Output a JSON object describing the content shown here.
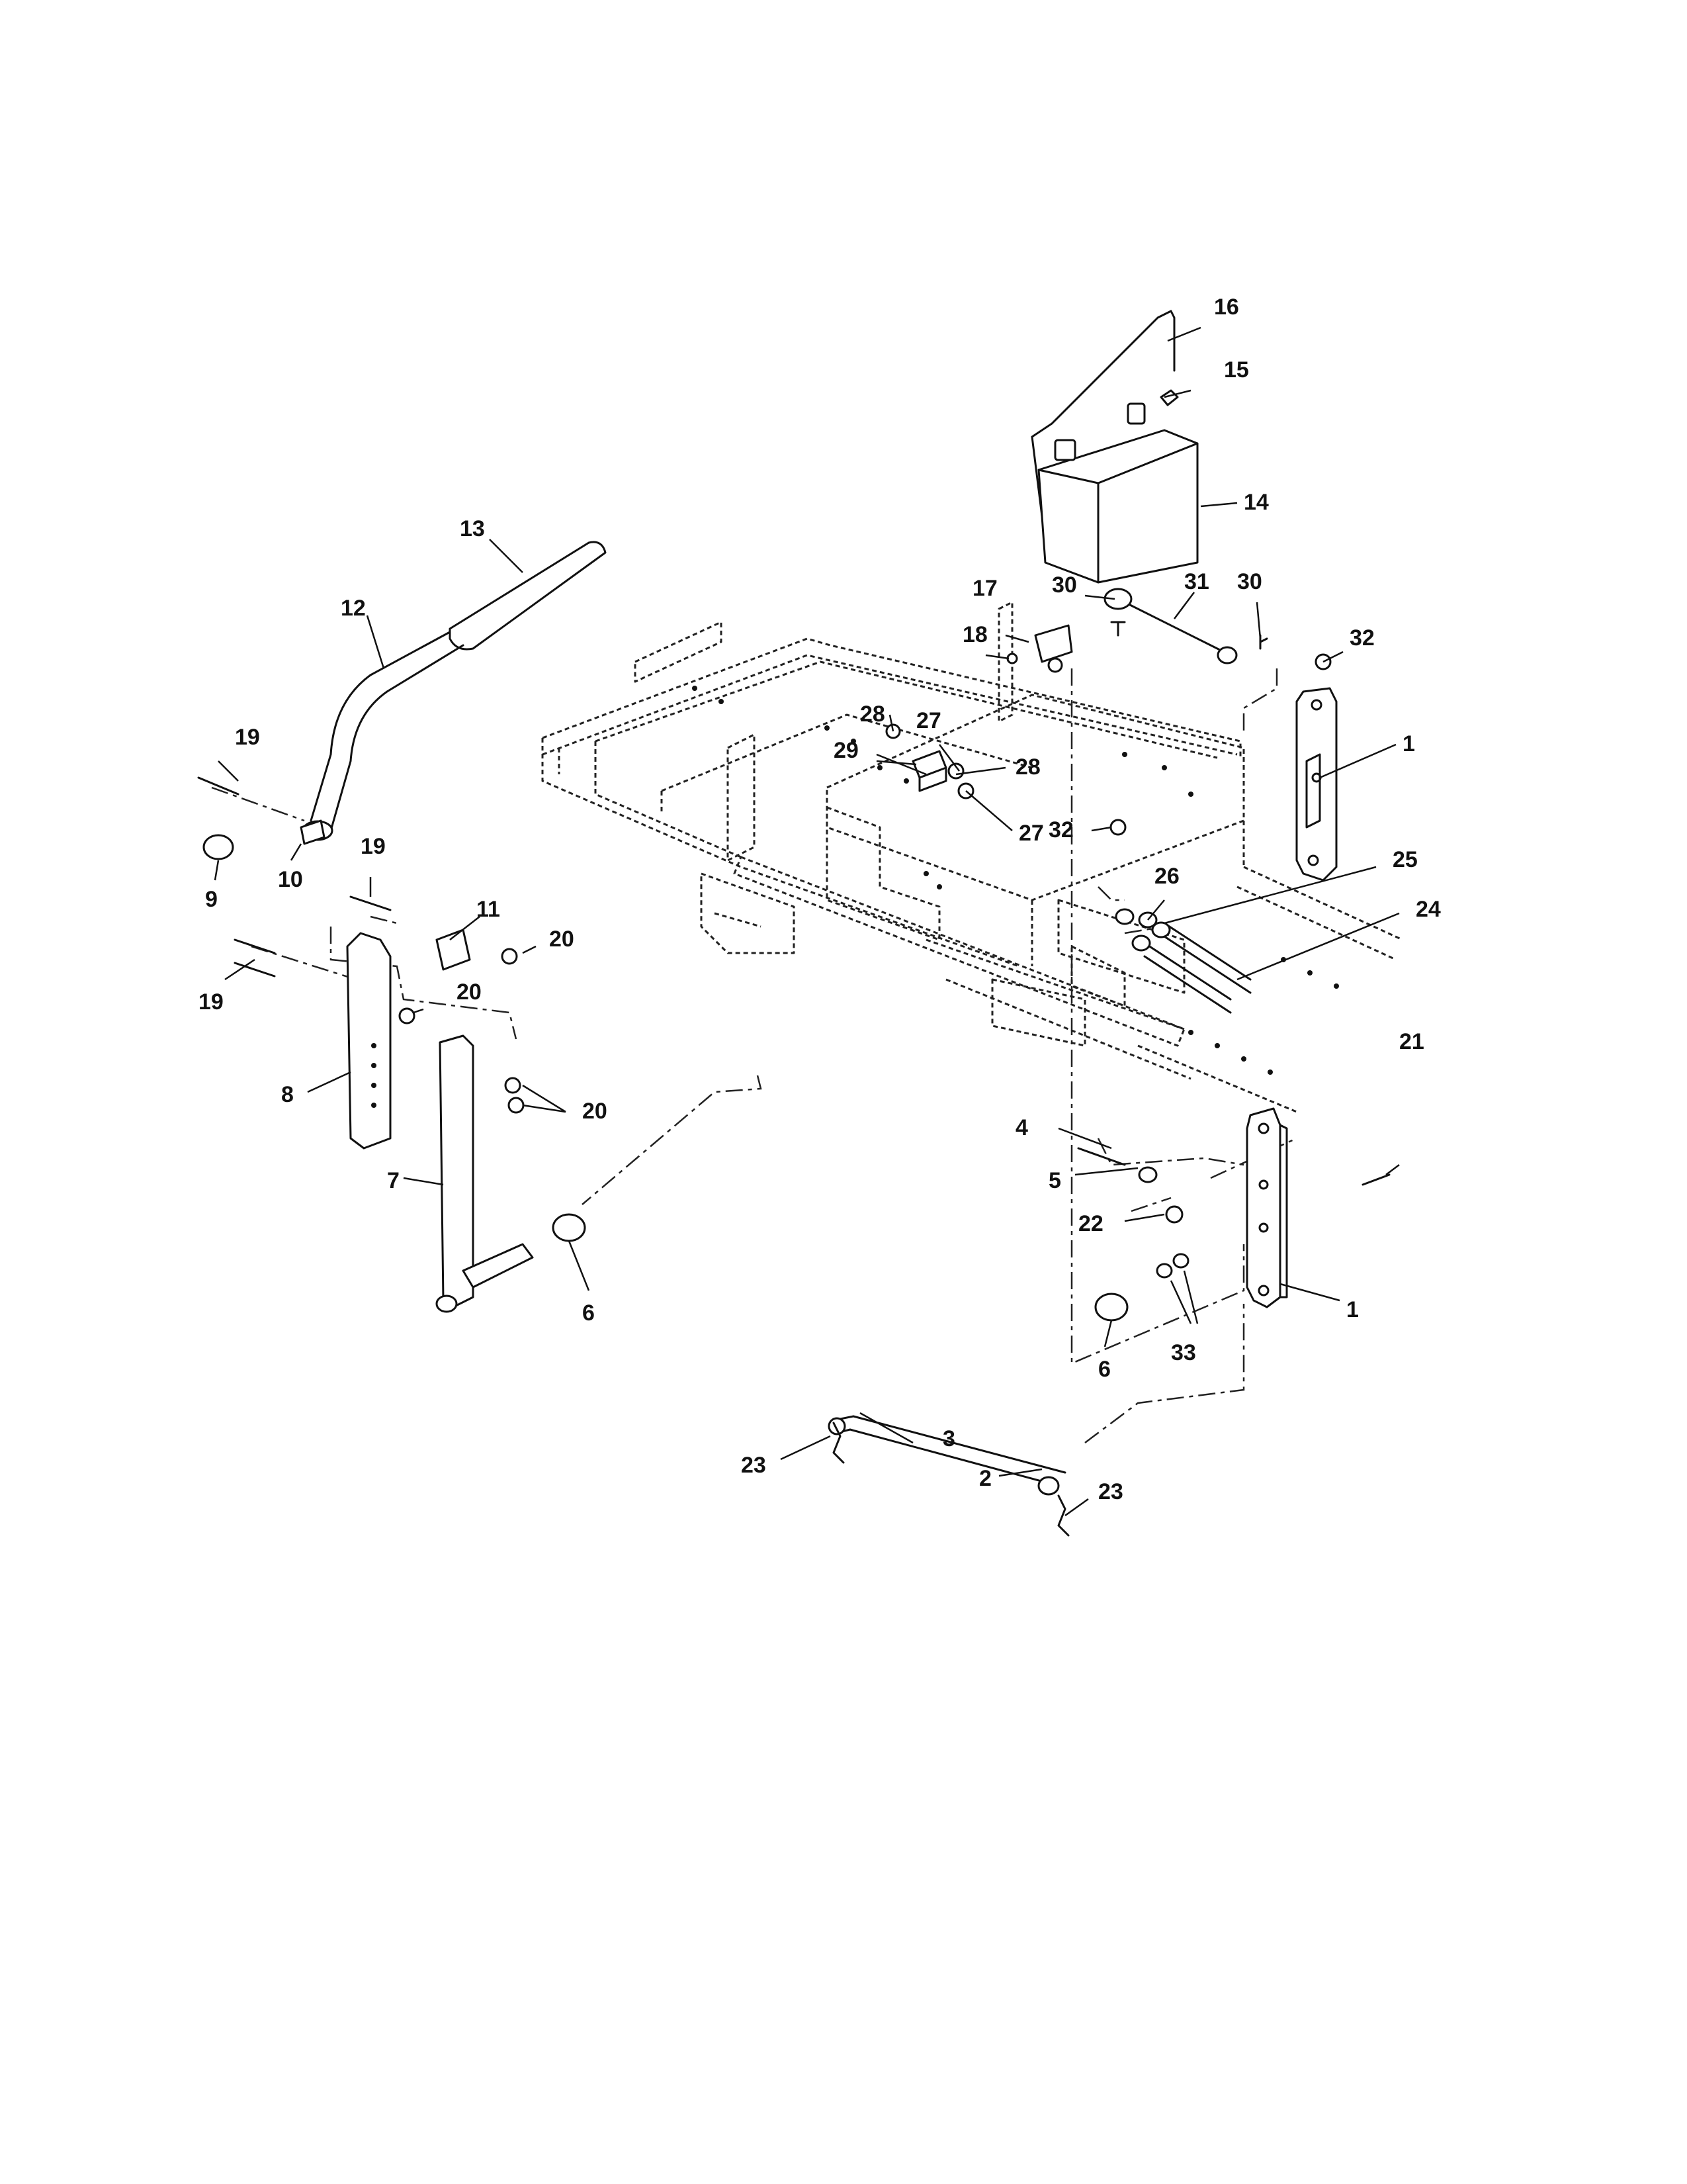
{
  "callouts": [
    {
      "label": "1"
    },
    {
      "label": "1"
    },
    {
      "label": "2"
    },
    {
      "label": "3"
    },
    {
      "label": "4"
    },
    {
      "label": "5"
    },
    {
      "label": "6"
    },
    {
      "label": "6"
    },
    {
      "label": "7"
    },
    {
      "label": "8"
    },
    {
      "label": "9"
    },
    {
      "label": "10"
    },
    {
      "label": "11"
    },
    {
      "label": "12"
    },
    {
      "label": "13"
    },
    {
      "label": "14"
    },
    {
      "label": "15"
    },
    {
      "label": "16"
    },
    {
      "label": "17"
    },
    {
      "label": "18"
    },
    {
      "label": "19"
    },
    {
      "label": "19"
    },
    {
      "label": "19"
    },
    {
      "label": "20"
    },
    {
      "label": "20"
    },
    {
      "label": "20"
    },
    {
      "label": "21"
    },
    {
      "label": "22"
    },
    {
      "label": "23"
    },
    {
      "label": "23"
    },
    {
      "label": "24"
    },
    {
      "label": "25"
    },
    {
      "label": "26"
    },
    {
      "label": "27"
    },
    {
      "label": "27"
    },
    {
      "label": "28"
    },
    {
      "label": "28"
    },
    {
      "label": "29"
    },
    {
      "label": "30"
    },
    {
      "label": "30"
    },
    {
      "label": "31"
    },
    {
      "label": "32"
    },
    {
      "label": "32"
    },
    {
      "label": "33"
    }
  ]
}
